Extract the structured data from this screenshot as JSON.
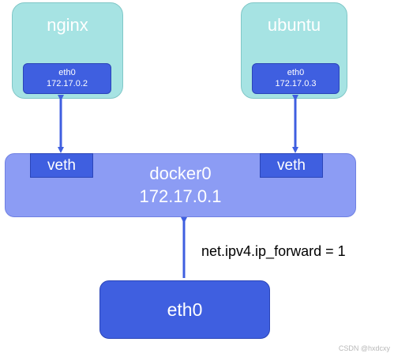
{
  "containers": [
    {
      "title": "nginx",
      "iface_name": "eth0",
      "iface_ip": "172.17.0.2"
    },
    {
      "title": "ubuntu",
      "iface_name": "eth0",
      "iface_ip": "172.17.0.3"
    }
  ],
  "bridge": {
    "name": "docker0",
    "ip": "172.17.0.1",
    "veth_left": "veth",
    "veth_right": "veth"
  },
  "host": {
    "iface": "eth0",
    "forward_setting": "net.ipv4.ip_forward = 1"
  },
  "watermark": "CSDN @hxdcxy",
  "colors": {
    "container_fill": "#a6e3e3",
    "iface_fill": "#3f5fe0",
    "bridge_fill": "#8c9cf4",
    "arrow": "#3f5fe0"
  }
}
